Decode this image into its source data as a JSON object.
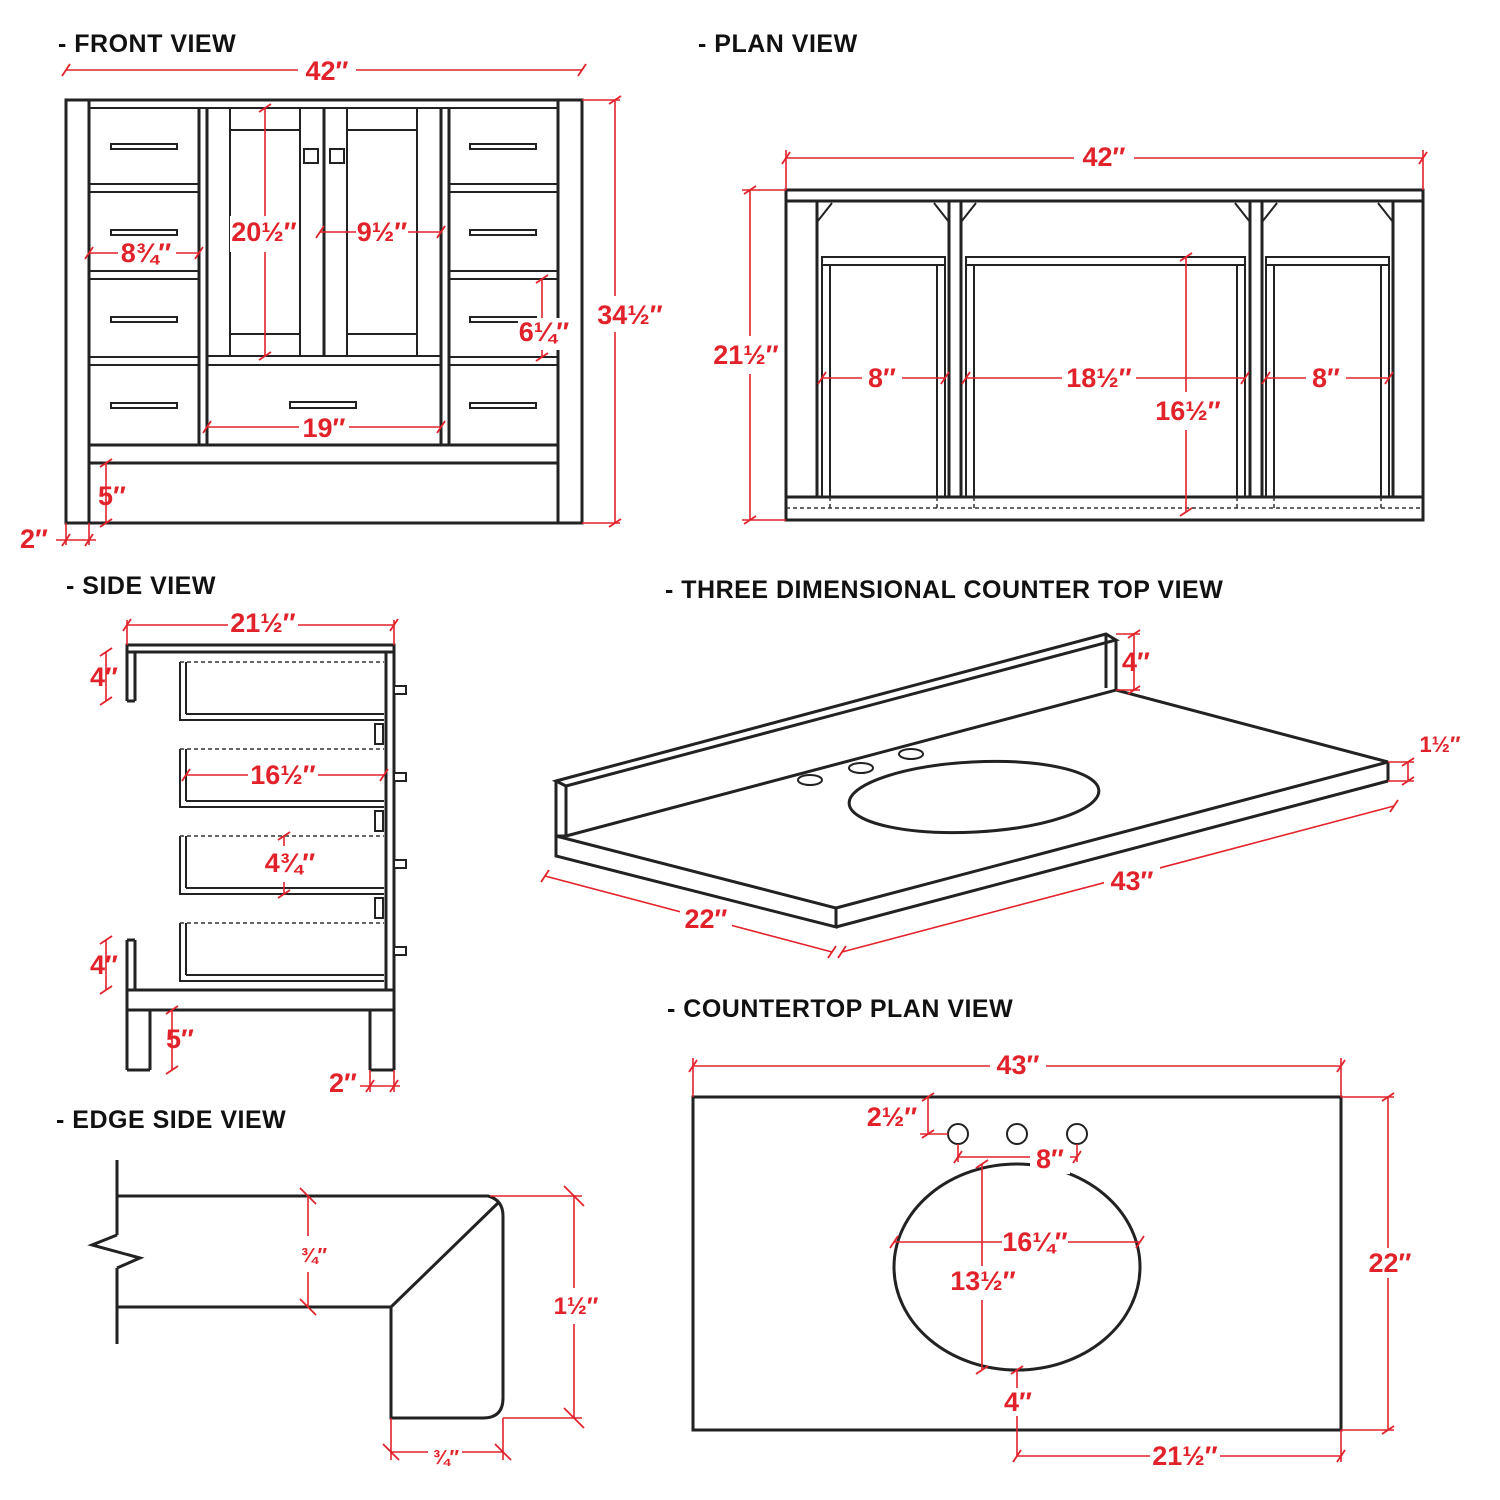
{
  "titles": {
    "front": "- FRONT VIEW",
    "plan": "- PLAN VIEW",
    "side": "- SIDE VIEW",
    "three_d": "- THREE DIMENSIONAL COUNTER TOP VIEW",
    "countertop_plan": "- COUNTERTOP PLAN VIEW",
    "edge": "- EDGE SIDE VIEW"
  },
  "front_view": {
    "width": "42″",
    "height": "34½″",
    "door_height": "20½″",
    "door_width": "9½″",
    "drawer_width": "8¾″",
    "drawer_height": "6¼″",
    "bottom_drawer_width": "19″",
    "toe_kick": "5″",
    "leg_width": "2″"
  },
  "plan_view": {
    "width": "42″",
    "depth": "21½″",
    "left_opening": "8″",
    "center_opening": "18½″",
    "right_opening": "8″",
    "center_depth": "16½″"
  },
  "side_view": {
    "depth": "21½″",
    "top_rail": "4″",
    "drawer_depth": "16½″",
    "drawer_height": "4¾″",
    "bottom_rail": "4″",
    "toe_kick": "5″",
    "leg_width": "2″"
  },
  "three_d_view": {
    "backsplash": "4″",
    "thickness": "1½″",
    "length": "43″",
    "depth": "22″"
  },
  "countertop_plan": {
    "length": "43″",
    "depth": "22″",
    "faucet_setback": "2½″",
    "faucet_spread": "8″",
    "bowl_width": "16¼″",
    "bowl_depth": "13½″",
    "front_setback": "4″",
    "bowl_center": "21½″"
  },
  "edge_view": {
    "top_thickness": "¾″",
    "edge_height": "1½″",
    "edge_depth": "¾″"
  },
  "colors": {
    "dimension": "#e2222b",
    "line": "#222222"
  }
}
